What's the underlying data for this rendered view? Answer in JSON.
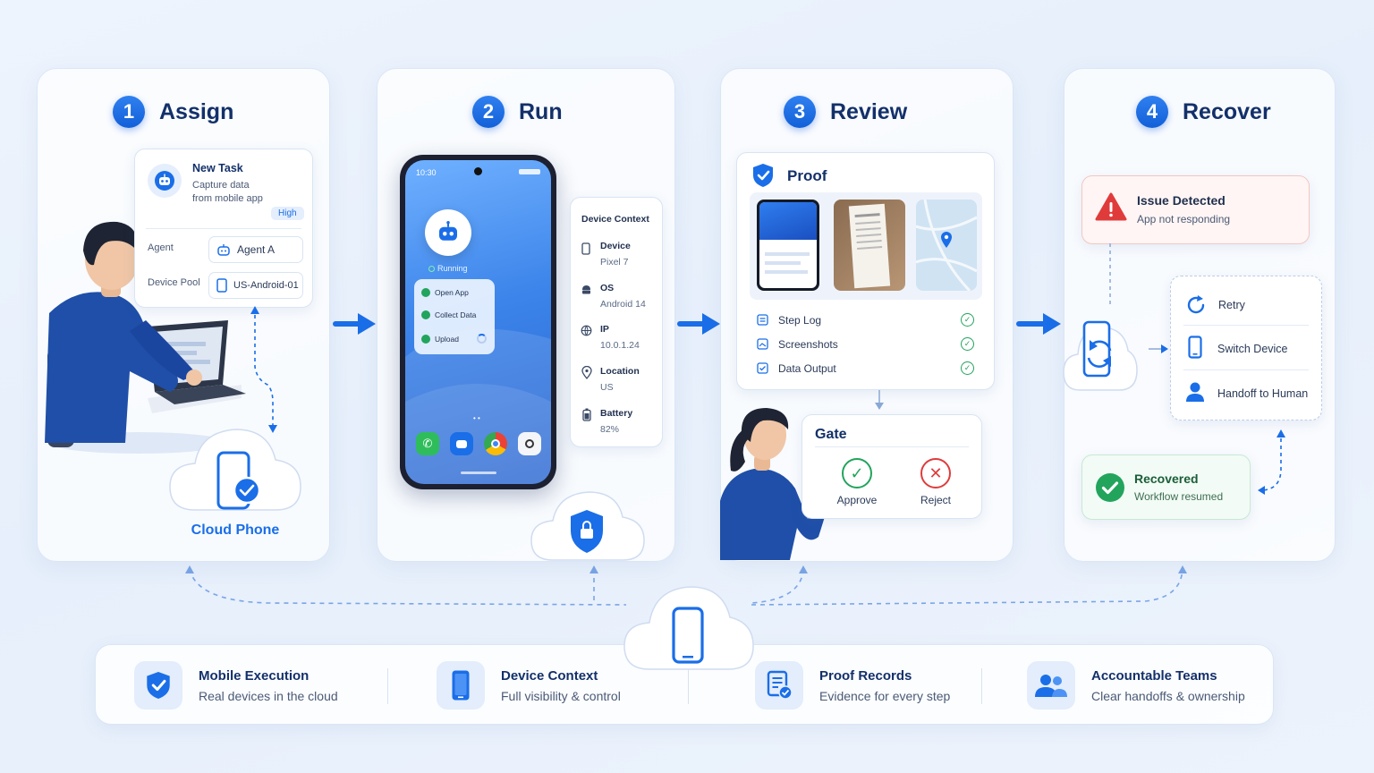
{
  "steps": [
    {
      "num": "1",
      "title": "Assign"
    },
    {
      "num": "2",
      "title": "Run"
    },
    {
      "num": "3",
      "title": "Review"
    },
    {
      "num": "4",
      "title": "Recover"
    }
  ],
  "assign": {
    "task_title": "New Task",
    "task_desc_1": "Capture data",
    "task_desc_2": "from mobile app",
    "priority": "High",
    "agent_label": "Agent",
    "agent_value": "Agent A",
    "pool_label": "Device Pool",
    "pool_value": "US-Android-01",
    "cloud_label": "Cloud Phone"
  },
  "run": {
    "phone_time": "10:30",
    "status": "Running",
    "tasks": [
      "Open App",
      "Collect Data",
      "Upload"
    ],
    "context_title": "Device Context",
    "context": [
      {
        "label": "Device",
        "value": "Pixel 7"
      },
      {
        "label": "OS",
        "value": "Android 14"
      },
      {
        "label": "IP",
        "value": "10.0.1.24"
      },
      {
        "label": "Location",
        "value": "US"
      },
      {
        "label": "Battery",
        "value": "82%"
      }
    ]
  },
  "review": {
    "proof_title": "Proof",
    "items": [
      "Step Log",
      "Screenshots",
      "Data Output"
    ],
    "gate_title": "Gate",
    "approve": "Approve",
    "reject": "Reject"
  },
  "recover": {
    "issue_title": "Issue Detected",
    "issue_desc": "App not responding",
    "options": [
      "Retry",
      "Switch Device",
      "Handoff to Human"
    ],
    "recovered_title": "Recovered",
    "recovered_desc": "Workflow resumed"
  },
  "features": [
    {
      "title": "Mobile Execution",
      "desc": "Real devices in the cloud",
      "icon": "shield-check-icon"
    },
    {
      "title": "Device Context",
      "desc": "Full visibility & control",
      "icon": "phone-icon"
    },
    {
      "title": "Proof Records",
      "desc": "Evidence for every step",
      "icon": "document-check-icon"
    },
    {
      "title": "Accountable Teams",
      "desc": "Clear handoffs & ownership",
      "icon": "team-icon"
    }
  ],
  "colors": {
    "accent": "#1a6ee8",
    "success": "#22a45d",
    "danger": "#e03b3b"
  }
}
